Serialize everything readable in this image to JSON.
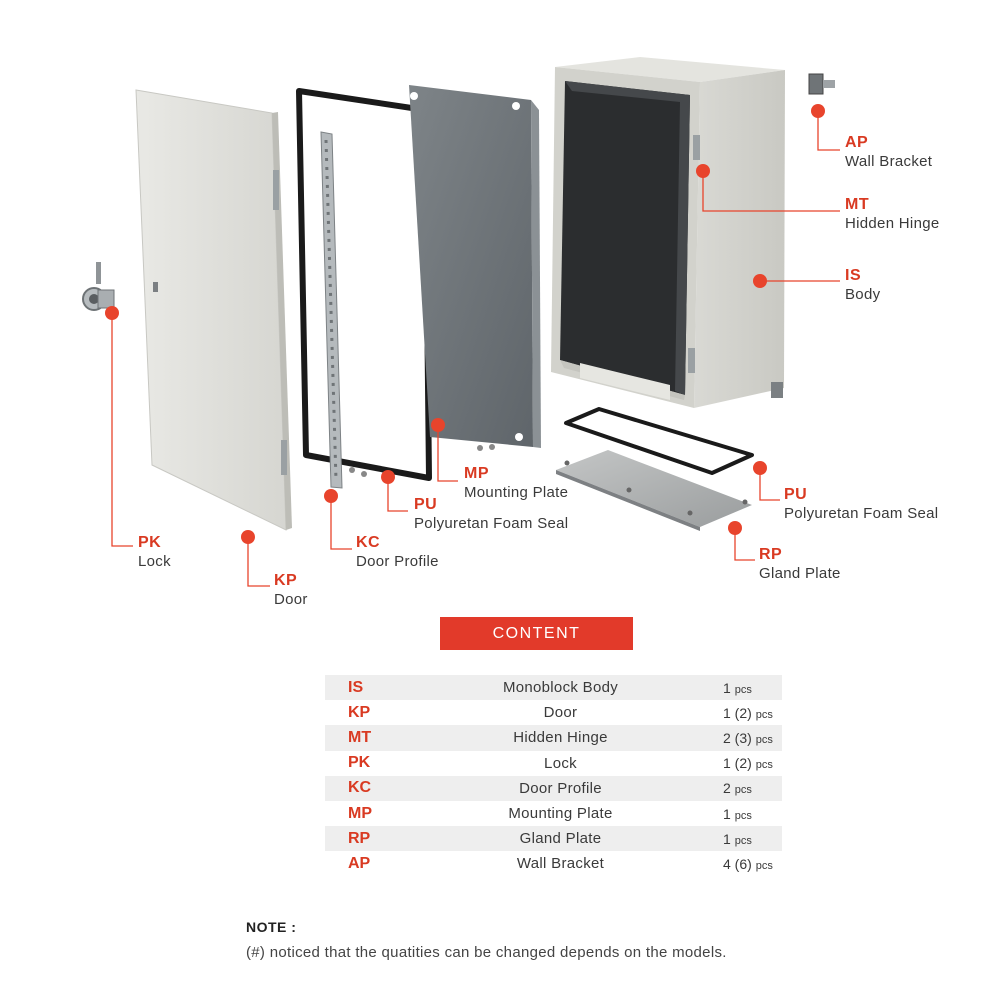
{
  "callouts": {
    "ap": {
      "code": "AP",
      "name": "Wall Bracket"
    },
    "mt": {
      "code": "MT",
      "name": "Hidden Hinge"
    },
    "is": {
      "code": "IS",
      "name": "Body"
    },
    "mp": {
      "code": "MP",
      "name": "Mounting Plate"
    },
    "pu_left": {
      "code": "PU",
      "name": "Polyuretan Foam Seal"
    },
    "pu_right": {
      "code": "PU",
      "name": "Polyuretan Foam Seal"
    },
    "rp": {
      "code": "RP",
      "name": "Gland Plate"
    },
    "pk": {
      "code": "PK",
      "name": "Lock"
    },
    "kp": {
      "code": "KP",
      "name": "Door"
    },
    "kc": {
      "code": "KC",
      "name": "Door Profile"
    }
  },
  "content": {
    "title": "CONTENT",
    "rows": [
      {
        "code": "IS",
        "item": "Monoblock Body",
        "qty": "1",
        "unit": "pcs"
      },
      {
        "code": "KP",
        "item": "Door",
        "qty": "1 (2)",
        "unit": "pcs"
      },
      {
        "code": "MT",
        "item": "Hidden Hinge",
        "qty": "2 (3)",
        "unit": "pcs"
      },
      {
        "code": "PK",
        "item": "Lock",
        "qty": "1 (2)",
        "unit": "pcs"
      },
      {
        "code": "KC",
        "item": "Door Profile",
        "qty": "2",
        "unit": "pcs"
      },
      {
        "code": "MP",
        "item": "Mounting Plate",
        "qty": "1",
        "unit": "pcs"
      },
      {
        "code": "RP",
        "item": "Gland Plate",
        "qty": "1",
        "unit": "pcs"
      },
      {
        "code": "AP",
        "item": "Wall Bracket",
        "qty": "4 (6)",
        "unit": "pcs"
      }
    ]
  },
  "note": {
    "title": "NOTE :",
    "text": "(#) noticed that the quatities can be changed depends on the models."
  },
  "colors": {
    "accent": "#e23a2a",
    "marker": "#e8442c",
    "row_shade": "#eeeeee"
  }
}
